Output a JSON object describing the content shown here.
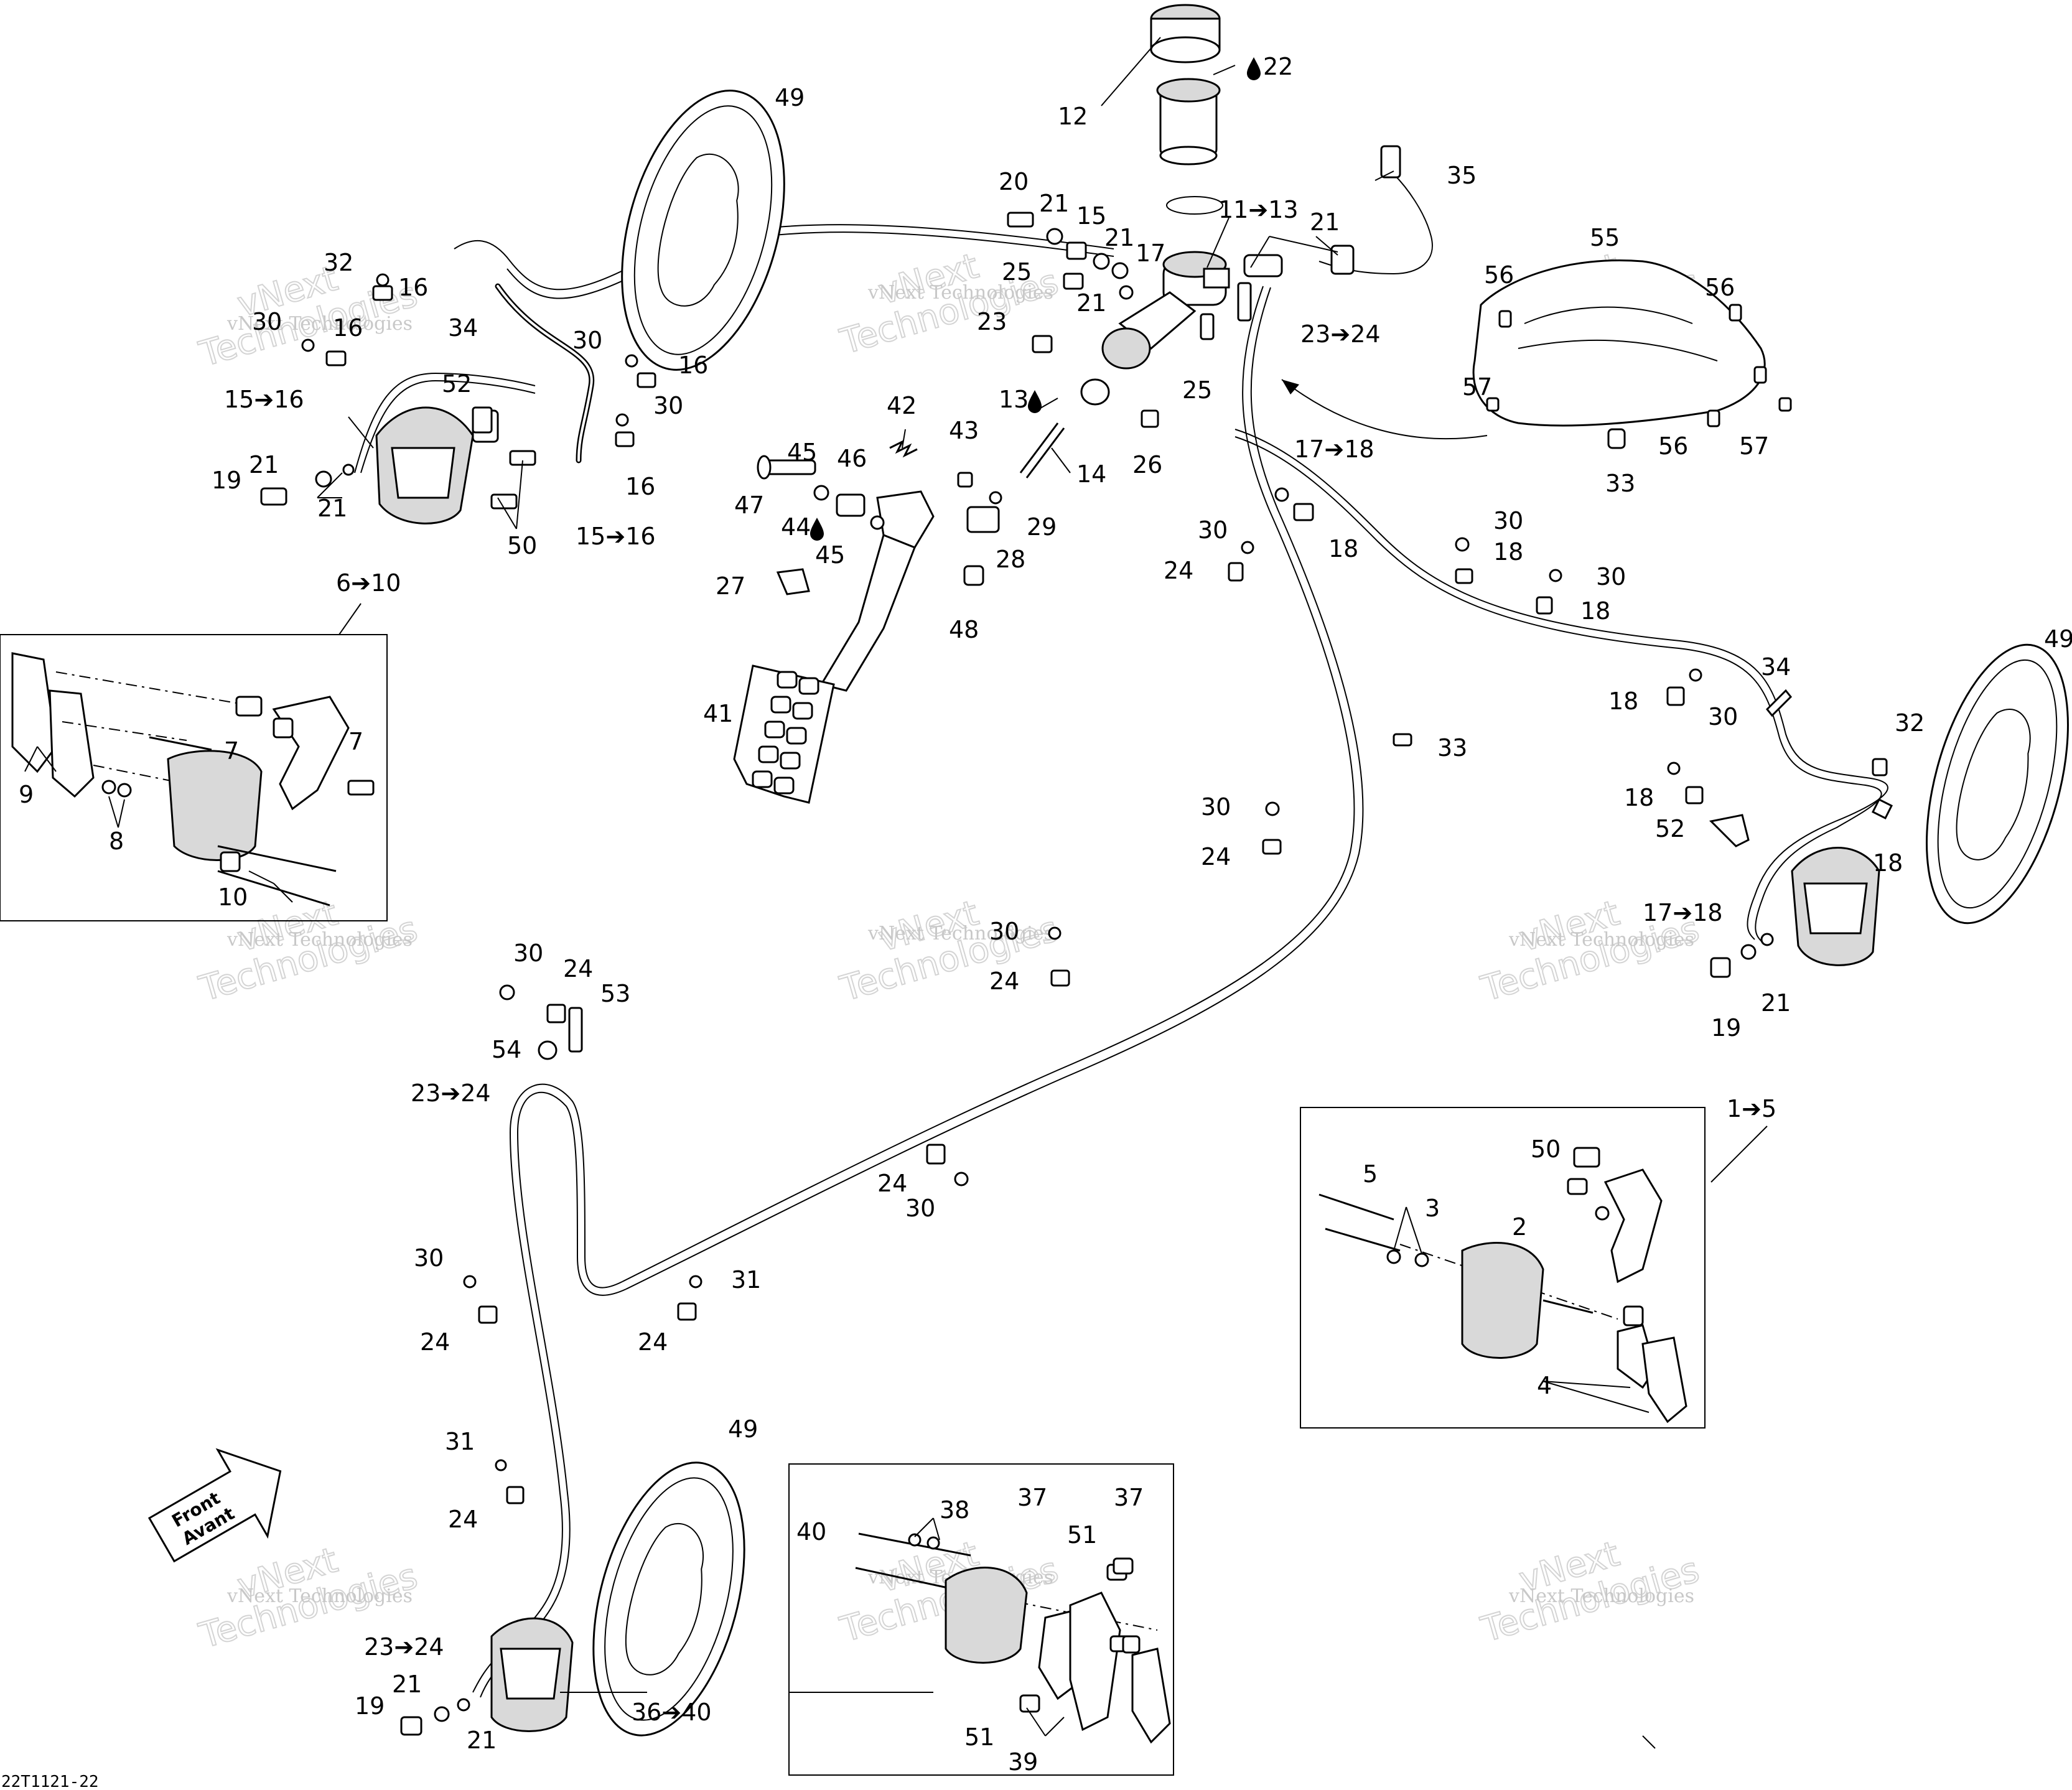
{
  "callouts": [
    {
      "id": "c12",
      "text": "12"
    },
    {
      "id": "c22",
      "text": "22"
    },
    {
      "id": "c49a",
      "text": "49"
    },
    {
      "id": "c35",
      "text": "35"
    },
    {
      "id": "c20",
      "text": "20"
    },
    {
      "id": "c21a",
      "text": "21"
    },
    {
      "id": "c15a",
      "text": "15"
    },
    {
      "id": "c21b",
      "text": "21"
    },
    {
      "id": "c17",
      "text": "17"
    },
    {
      "id": "c11to13",
      "text": "11➔13"
    },
    {
      "id": "c21c",
      "text": "21"
    },
    {
      "id": "c25a",
      "text": "25"
    },
    {
      "id": "c21d",
      "text": "21"
    },
    {
      "id": "c23a",
      "text": "23"
    },
    {
      "id": "c23to24a",
      "text": "23➔24"
    },
    {
      "id": "c25b",
      "text": "25"
    },
    {
      "id": "c26",
      "text": "26"
    },
    {
      "id": "c13",
      "text": "13"
    },
    {
      "id": "c14",
      "text": "14"
    },
    {
      "id": "c32a",
      "text": "32"
    },
    {
      "id": "c16a",
      "text": "16"
    },
    {
      "id": "c30a",
      "text": "30"
    },
    {
      "id": "c16b",
      "text": "16"
    },
    {
      "id": "c34a",
      "text": "34"
    },
    {
      "id": "c30b",
      "text": "30"
    },
    {
      "id": "c16c",
      "text": "16"
    },
    {
      "id": "c30c",
      "text": "30"
    },
    {
      "id": "c16d",
      "text": "16"
    },
    {
      "id": "c15to16a",
      "text": "15➔16"
    },
    {
      "id": "c52a",
      "text": "52"
    },
    {
      "id": "c19a",
      "text": "19"
    },
    {
      "id": "c21e",
      "text": "21"
    },
    {
      "id": "c21f",
      "text": "21"
    },
    {
      "id": "c50a",
      "text": "50"
    },
    {
      "id": "c15to16b",
      "text": "15➔16"
    },
    {
      "id": "c6to10",
      "text": "6➔10"
    },
    {
      "id": "c42",
      "text": "42"
    },
    {
      "id": "c43",
      "text": "43"
    },
    {
      "id": "c45a",
      "text": "45"
    },
    {
      "id": "c46",
      "text": "46"
    },
    {
      "id": "c47",
      "text": "47"
    },
    {
      "id": "c44",
      "text": "44"
    },
    {
      "id": "c45b",
      "text": "45"
    },
    {
      "id": "c29",
      "text": "29"
    },
    {
      "id": "c28",
      "text": "28"
    },
    {
      "id": "c27",
      "text": "27"
    },
    {
      "id": "c48",
      "text": "48"
    },
    {
      "id": "c41",
      "text": "41"
    },
    {
      "id": "c9",
      "text": "9"
    },
    {
      "id": "c7a",
      "text": "7"
    },
    {
      "id": "c7b",
      "text": "7"
    },
    {
      "id": "c8",
      "text": "8"
    },
    {
      "id": "c10",
      "text": "10"
    },
    {
      "id": "c56a",
      "text": "56"
    },
    {
      "id": "c55",
      "text": "55"
    },
    {
      "id": "c56b",
      "text": "56"
    },
    {
      "id": "c57a",
      "text": "57"
    },
    {
      "id": "c56c",
      "text": "56"
    },
    {
      "id": "c57b",
      "text": "57"
    },
    {
      "id": "c33a",
      "text": "33"
    },
    {
      "id": "c17to18a",
      "text": "17➔18"
    },
    {
      "id": "c30d",
      "text": "30"
    },
    {
      "id": "c18a",
      "text": "18"
    },
    {
      "id": "c24a",
      "text": "24"
    },
    {
      "id": "c30e",
      "text": "30"
    },
    {
      "id": "c18b",
      "text": "18"
    },
    {
      "id": "c30f",
      "text": "30"
    },
    {
      "id": "c18c",
      "text": "18"
    },
    {
      "id": "c34b",
      "text": "34"
    },
    {
      "id": "c49b",
      "text": "49"
    },
    {
      "id": "c18d",
      "text": "18"
    },
    {
      "id": "c30g",
      "text": "30"
    },
    {
      "id": "c32b",
      "text": "32"
    },
    {
      "id": "c18e",
      "text": "18"
    },
    {
      "id": "c52b",
      "text": "52"
    },
    {
      "id": "c18f",
      "text": "18"
    },
    {
      "id": "c17to18b",
      "text": "17➔18"
    },
    {
      "id": "c19b",
      "text": "19"
    },
    {
      "id": "c21g",
      "text": "21"
    },
    {
      "id": "c33b",
      "text": "33"
    },
    {
      "id": "c30h",
      "text": "30"
    },
    {
      "id": "c24b",
      "text": "24"
    },
    {
      "id": "c30i",
      "text": "30"
    },
    {
      "id": "c24c",
      "text": "24"
    },
    {
      "id": "c1to5",
      "text": "1➔5"
    },
    {
      "id": "c50b",
      "text": "50"
    },
    {
      "id": "c5",
      "text": "5"
    },
    {
      "id": "c3",
      "text": "3"
    },
    {
      "id": "c2",
      "text": "2"
    },
    {
      "id": "c4",
      "text": "4"
    },
    {
      "id": "c30j",
      "text": "30"
    },
    {
      "id": "c24d",
      "text": "24"
    },
    {
      "id": "c53",
      "text": "53"
    },
    {
      "id": "c54",
      "text": "54"
    },
    {
      "id": "c23to24b",
      "text": "23➔24"
    },
    {
      "id": "c24e",
      "text": "24"
    },
    {
      "id": "c30k",
      "text": "30"
    },
    {
      "id": "c31a",
      "text": "31"
    },
    {
      "id": "c24f",
      "text": "24"
    },
    {
      "id": "c30l",
      "text": "30"
    },
    {
      "id": "c24g",
      "text": "24"
    },
    {
      "id": "c31b",
      "text": "31"
    },
    {
      "id": "c24h",
      "text": "24"
    },
    {
      "id": "c49c",
      "text": "49"
    },
    {
      "id": "c40",
      "text": "40"
    },
    {
      "id": "c38",
      "text": "38"
    },
    {
      "id": "c37a",
      "text": "37"
    },
    {
      "id": "c37b",
      "text": "37"
    },
    {
      "id": "c51a",
      "text": "51"
    },
    {
      "id": "c23to24c",
      "text": "23➔24"
    },
    {
      "id": "c21h",
      "text": "21"
    },
    {
      "id": "c19c",
      "text": "19"
    },
    {
      "id": "c21i",
      "text": "21"
    },
    {
      "id": "c36to40",
      "text": "36➔40"
    },
    {
      "id": "c51b",
      "text": "51"
    },
    {
      "id": "c39",
      "text": "39"
    }
  ],
  "front_arrow": {
    "line1": "Front",
    "line2": "Avant"
  },
  "watermark": {
    "line1": "vNext",
    "line2": "Technologies",
    "caption": "vNext Technologies"
  },
  "drawing_ref": "22T1121-22"
}
